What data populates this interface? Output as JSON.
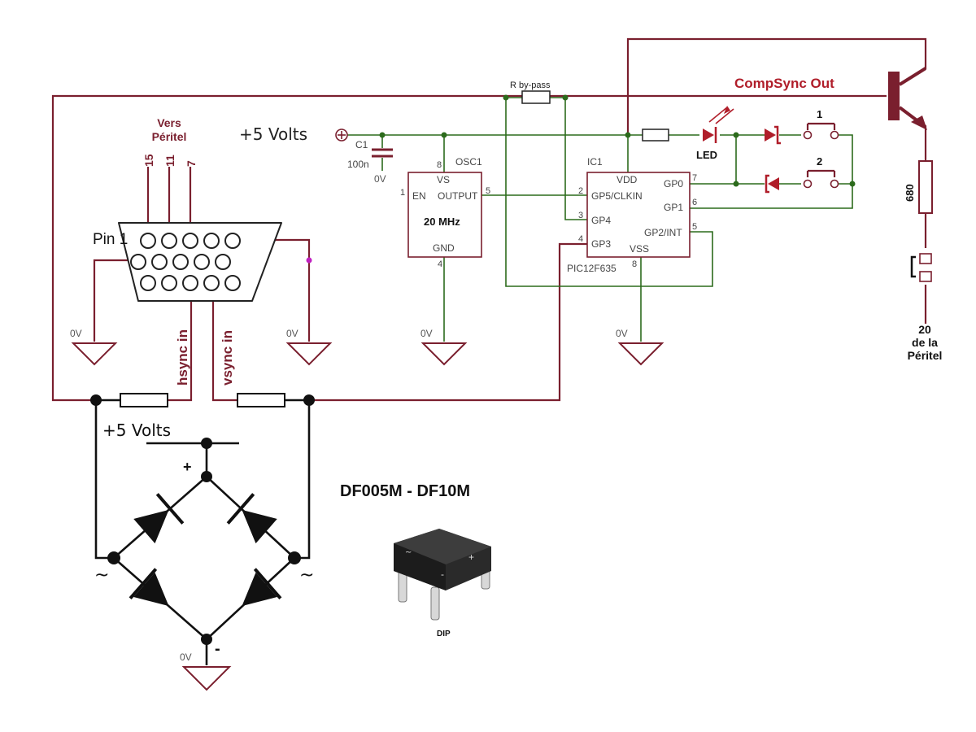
{
  "power": {
    "plus5_top": "+5 Volts",
    "plus5_bridge": "+5 Volts"
  },
  "connector": {
    "title_line1": "Vers",
    "title_line2": "Péritel",
    "pins": [
      "15",
      "11",
      "7"
    ],
    "pin1": "Pin 1",
    "hsync": "hsync in",
    "vsync": "vsync in"
  },
  "grounds": {
    "label": "0V"
  },
  "cap": {
    "name": "C1",
    "value": "100n"
  },
  "osc": {
    "ref": "OSC1",
    "freq": "20 MHz",
    "pins": {
      "vs": "VS",
      "en": "EN",
      "output": "OUTPUT",
      "gnd": "GND"
    },
    "pin_numbers": {
      "vs": "8",
      "en": "1",
      "output": "5",
      "gnd": "4"
    }
  },
  "mcu": {
    "ref": "IC1",
    "part": "PIC12F635",
    "pins": {
      "vdd": "VDD",
      "gp5": "GP5/CLKIN",
      "gp4": "GP4",
      "gp3": "GP3",
      "vss": "VSS",
      "gp0": "GP0",
      "gp1": "GP1",
      "gp2": "GP2/INT"
    },
    "pin_numbers": {
      "gp5": "2",
      "gp4": "3",
      "gp3": "4",
      "vss": "8",
      "gp0": "7",
      "gp1": "6",
      "gp2": "5"
    }
  },
  "resistors": {
    "bypass": "R by-pass",
    "r680": "680"
  },
  "led": {
    "label": "LED"
  },
  "switches": {
    "s1": "1",
    "s2": "2"
  },
  "output": {
    "label": "CompSync Out",
    "pin_line1": "20",
    "pin_line2": "de la",
    "pin_line3": "Péritel"
  },
  "bridge": {
    "title": "DF005M - DF10M",
    "package": "DIP",
    "plus": "+",
    "minus": "-",
    "ac": "~",
    "body_plus": "+",
    "body_minus": "-",
    "body_ac": "~"
  },
  "colors": {
    "wire_maroon": "#7a1f2e",
    "wire_green": "#2c6b1c",
    "wire_black": "#111111",
    "dot_green": "#2c6b1c",
    "dot_magenta": "#c020c0"
  }
}
